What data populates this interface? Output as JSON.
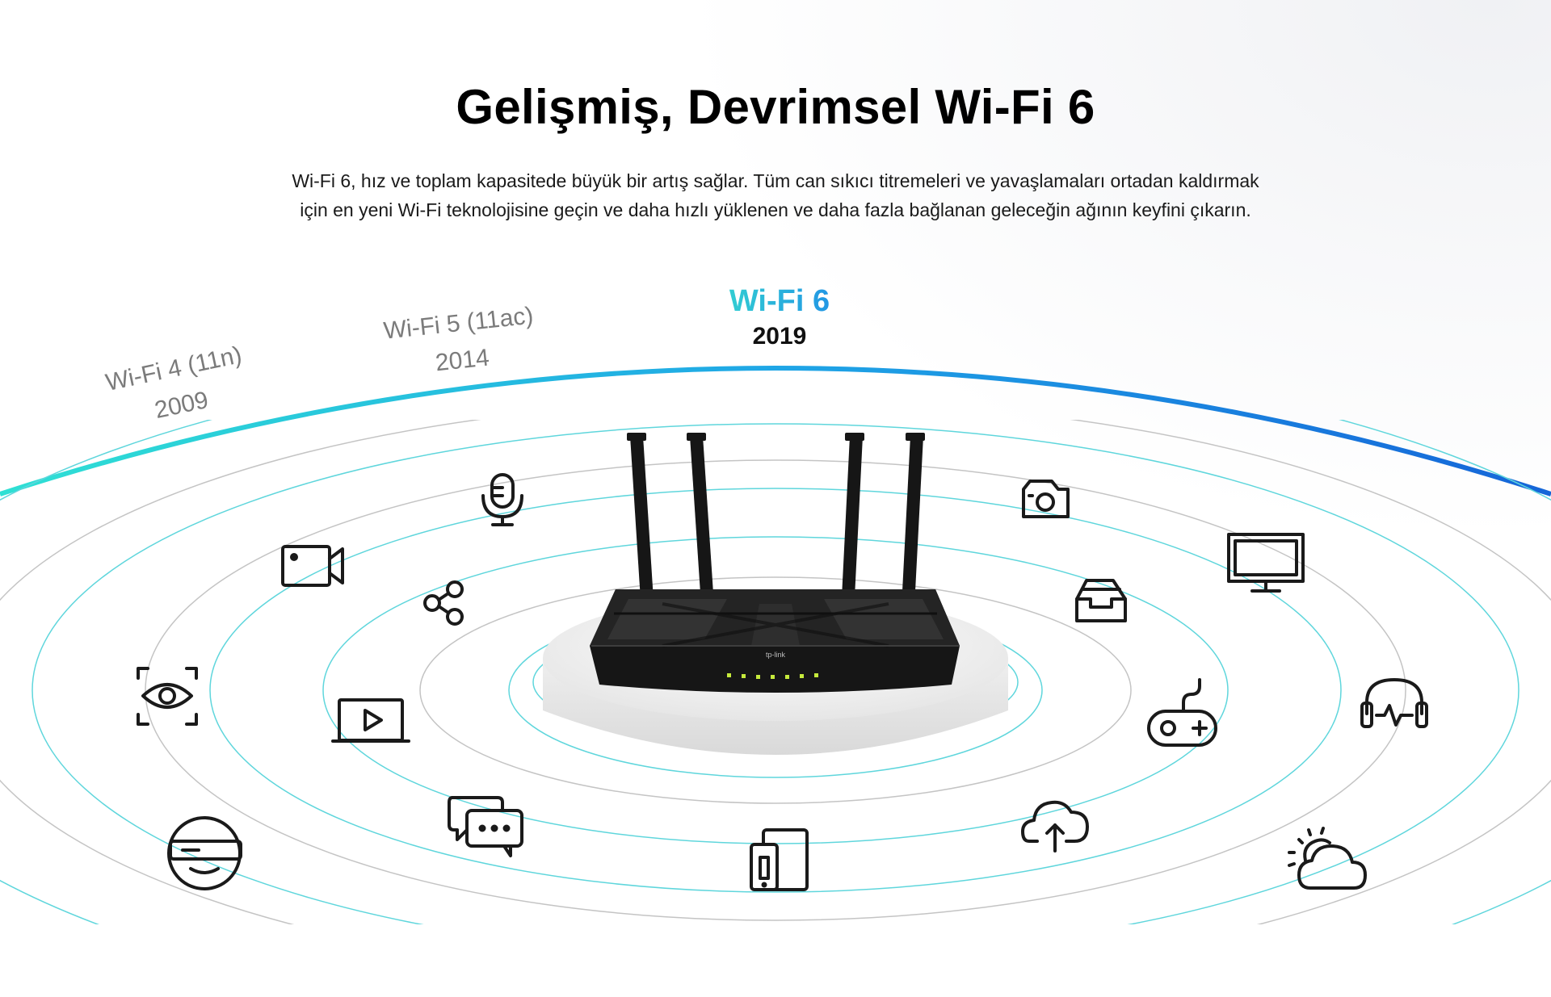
{
  "heading": {
    "title": "Gelişmiş, Devrimsel Wi-Fi 6",
    "description_line1": "Wi-Fi 6, hız ve toplam kapasitede büyük bir artış sağlar. Tüm can sıkıcı titremeleri ve yavaşlamaları ortadan kaldırmak",
    "description_line2": "için en yeni Wi-Fi teknolojisine geçin ve daha hızlı yüklenen ve daha fazla bağlanan geleceğin ağının keyfini çıkarın."
  },
  "generations": [
    {
      "name": "Wi-Fi 4 (11n)",
      "year": "2009"
    },
    {
      "name": "Wi-Fi 5 (11ac)",
      "year": "2014"
    },
    {
      "name": "Wi-Fi 6",
      "year": "2019"
    }
  ],
  "colors": {
    "arc_start": "#2fe0d4",
    "arc_end": "#1565d8",
    "ring_cyan": "#5fd6dc",
    "ring_gray": "#c4c4c4",
    "icon_stroke": "#1a1a1a",
    "router_body": "#161616",
    "router_led": "#c6ea3c"
  },
  "icons": [
    "microphone-icon",
    "video-camera-icon",
    "share-icon",
    "eye-scan-icon",
    "laptop-play-icon",
    "vr-headset-icon",
    "chat-bubbles-icon",
    "mobile-tablet-icon",
    "camera-icon",
    "monitor-icon",
    "inbox-tray-icon",
    "game-controller-icon",
    "headphones-icon",
    "cloud-upload-icon",
    "weather-cloud-icon"
  ],
  "router": {
    "brand": "tp-link"
  }
}
